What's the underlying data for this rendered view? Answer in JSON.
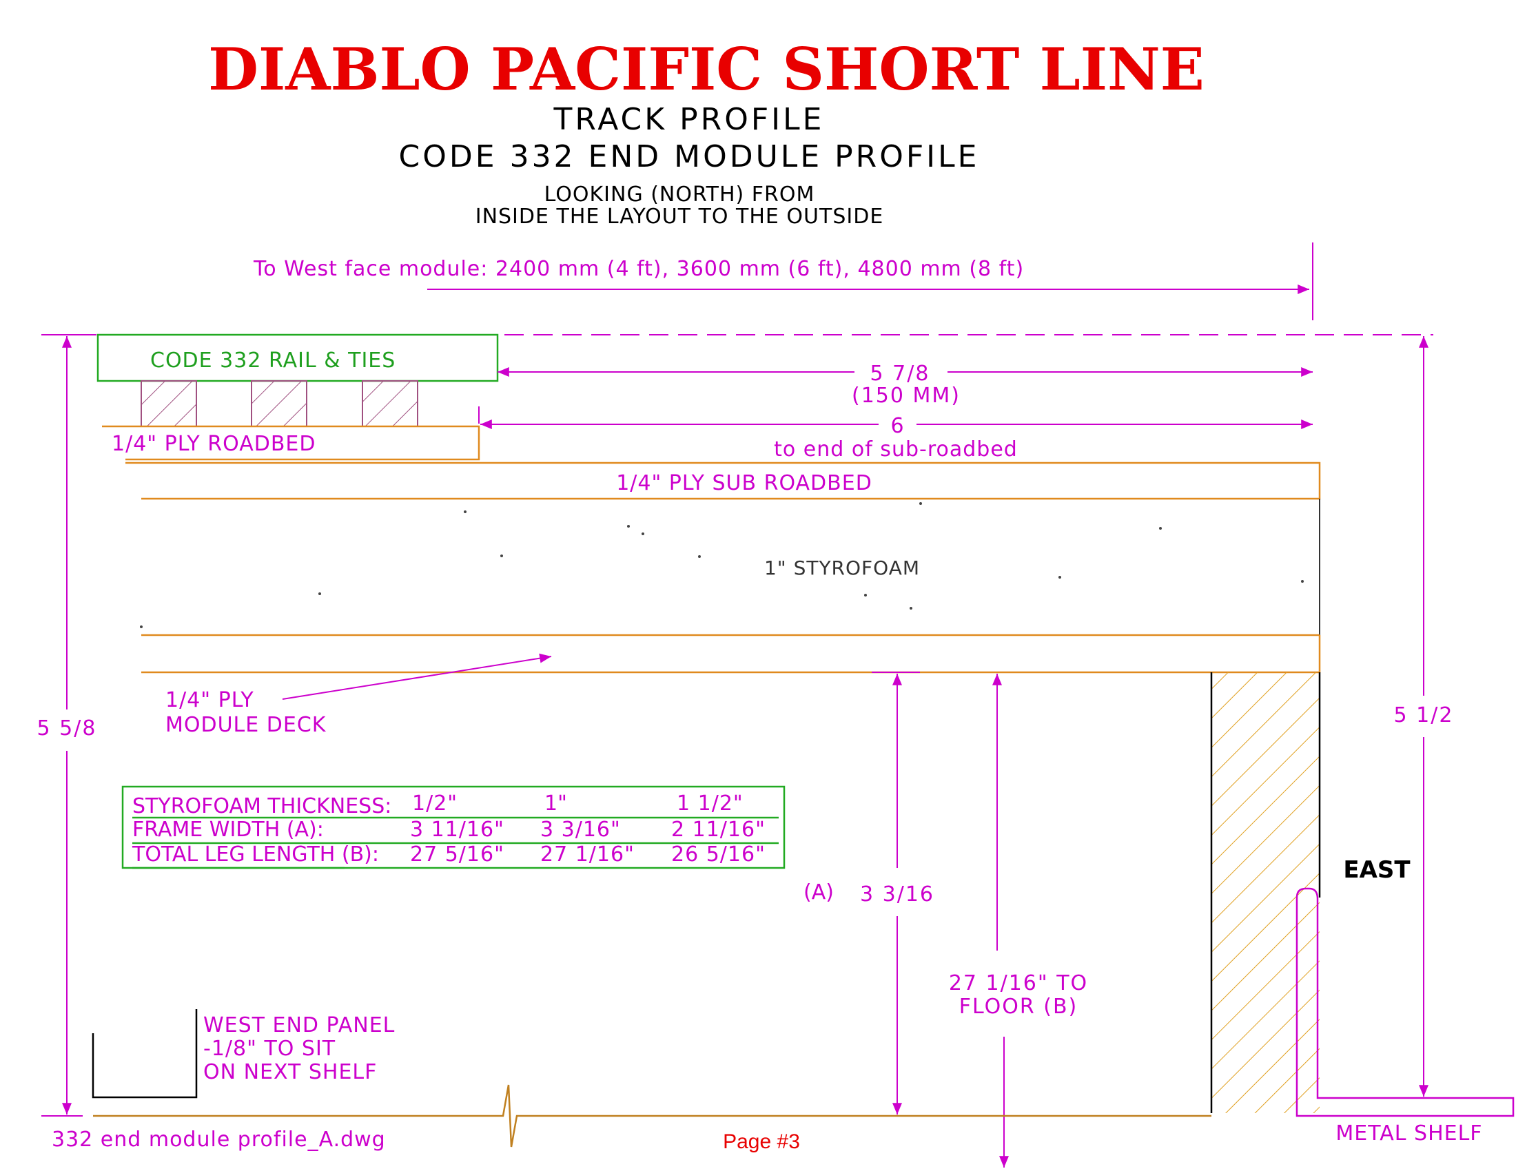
{
  "title": "DIABLO PACIFIC SHORT LINE",
  "subtitle1": "TRACK PROFILE",
  "subtitle2": "CODE 332 END MODULE PROFILE",
  "view1": "LOOKING (NORTH) FROM",
  "view2": "INSIDE THE LAYOUT TO THE OUTSIDE",
  "west_face": "To West face module: 2400 mm (4 ft), 3600 mm (6 ft), 4800 mm (8 ft)",
  "rail_ties": "CODE 332 RAIL & TIES",
  "roadbed": "1/4\" PLY ROADBED",
  "dim_5_7_8": "5 7/8",
  "dim_150mm": "(150 MM)",
  "dim_6": "6",
  "dim_6_sub": "to end of sub-roadbed",
  "sub_roadbed": "1/4\" PLY SUB ROADBED",
  "styrofoam": "1\" STYROFOAM",
  "deck1": "1/4\" PLY",
  "deck2": "MODULE DECK",
  "dim_5_5_8": "5 5/8",
  "dim_5_1_2": "5 1/2",
  "east": "EAST",
  "dim_a_label": "(A)",
  "dim_3_3_16": "3 3/16",
  "floor1": "27 1/16\" TO",
  "floor2": "FLOOR (B)",
  "table": {
    "rows": [
      [
        "STYROFOAM THICKNESS:",
        "1/2\"",
        "1\"",
        "1 1/2\""
      ],
      [
        "FRAME WIDTH (A):",
        "3 11/16\"",
        "3 3/16\"",
        "2 11/16\""
      ],
      [
        "TOTAL LEG LENGTH (B):",
        "27 5/16\"",
        "27 1/16\"",
        "26 5/16\""
      ]
    ]
  },
  "west_panel1": "WEST END PANEL",
  "west_panel2": "-1/8\" TO SIT",
  "west_panel3": "ON NEXT SHELF",
  "metal_shelf": "METAL SHELF",
  "filename": "332 end module profile_A.dwg",
  "page": "Page #3",
  "colors": {
    "title": "#e80000",
    "dimension": "#cc00cc",
    "wood": "#e08a1e",
    "track": "#22aa22"
  }
}
